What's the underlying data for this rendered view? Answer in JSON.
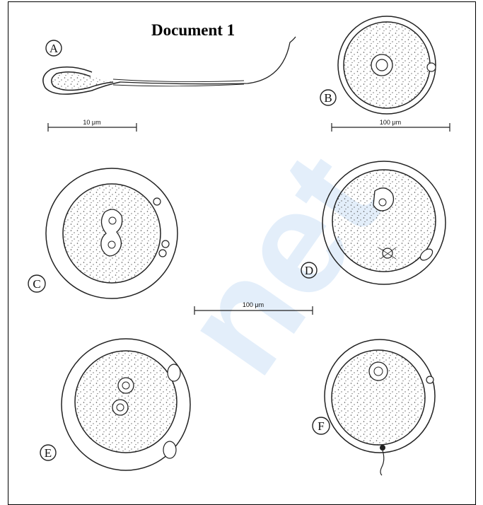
{
  "title": "Document 1",
  "panels": [
    {
      "label": "A",
      "scale_label": "10 μm"
    },
    {
      "label": "B",
      "scale_label": "100 μm"
    },
    {
      "label": "C"
    },
    {
      "label": "D"
    },
    {
      "label": "E"
    },
    {
      "label": "F"
    }
  ],
  "shared_scale_label": "100 μm",
  "watermark": "net",
  "colors": {
    "ink": "#2b2b2b",
    "watermark": "#2f86e0"
  }
}
